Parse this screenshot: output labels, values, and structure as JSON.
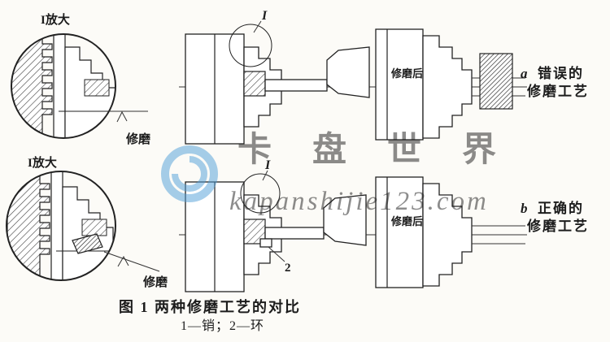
{
  "figure": {
    "caption_line1": "图 1  两种修磨工艺的对比",
    "caption_line2": "1—销；2—环"
  },
  "detail_views": {
    "top": {
      "label": "I放大",
      "callout": "修磨"
    },
    "bottom": {
      "label": "I放大",
      "callout": "修磨"
    }
  },
  "assemblies": {
    "top": {
      "section_marker": "I",
      "after_grinding_label": "修磨后"
    },
    "bottom": {
      "section_marker": "I",
      "after_grinding_label": "修磨后",
      "part_marker": "2"
    }
  },
  "annotations": {
    "a": {
      "letter": "a",
      "line1": "错误的",
      "line2": "修磨工艺"
    },
    "b": {
      "letter": "b",
      "line1": "正确的",
      "line2": "修磨工艺"
    }
  },
  "watermark": {
    "brand": "卡盘世界",
    "url": "kapanshijie123.com",
    "color": "#4f9fd8"
  }
}
